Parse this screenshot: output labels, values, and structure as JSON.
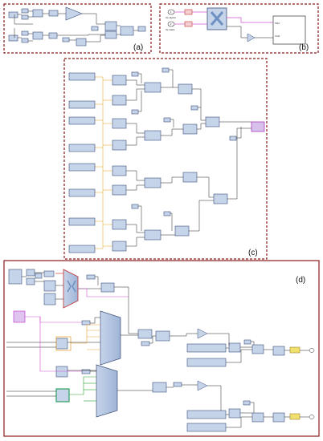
{
  "panels": {
    "a": {
      "label": "(a)"
    },
    "b": {
      "label": "(b)",
      "port_in_1_number": "1",
      "port_in_1_label": "Vs alpha",
      "port_in_2_number": "2",
      "port_in_2_label": "Vs beta",
      "subsystem_out_1": "Tsfa",
      "subsystem_out_2": "Vref"
    },
    "c": {
      "label": "(c)"
    },
    "d": {
      "label": "(d)"
    }
  },
  "colors": {
    "panel_border": "#8b1a1a",
    "block_fill": "#c6d4ea",
    "block_stroke": "#3a4e78",
    "wire": "#222222",
    "wire_orange": "#e8a43c",
    "wire_yellow": "#d8c040",
    "wire_magenta": "#d050d0",
    "wire_green": "#30a030",
    "wire_red": "#d02020"
  }
}
